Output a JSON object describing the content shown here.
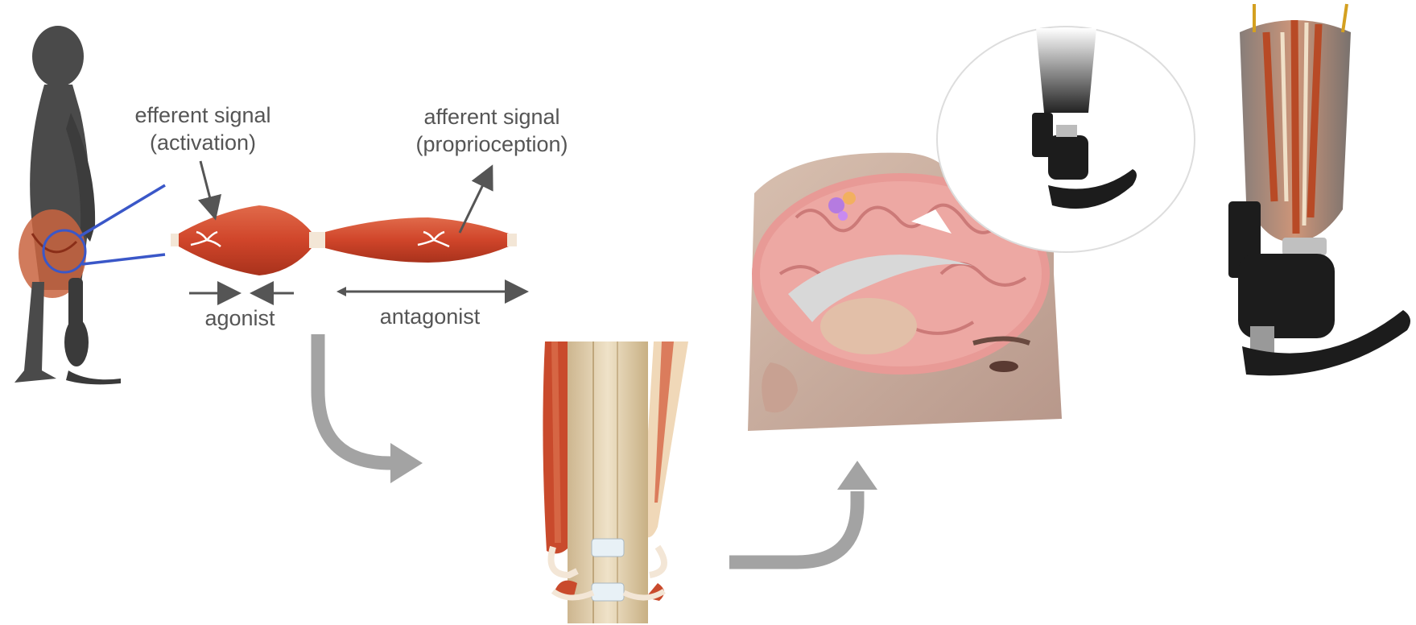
{
  "title": "",
  "labels": {
    "efferent_line1": "efferent signal",
    "efferent_line2": "(activation)",
    "afferent_line1": "afferent signal",
    "afferent_line2": "(proprioception)",
    "agonist": "agonist",
    "antagonist": "antagonist"
  },
  "colors": {
    "muscle": "#d0452a",
    "muscle_dark": "#a8321c",
    "tendon": "#f3e6d6",
    "flow_arrow": "#a3a3a3",
    "label_text": "#555555",
    "callout_blue": "#3a57c8",
    "silhouette": "#4a4a4a",
    "prosthesis": "#1c1c1c"
  },
  "icons": [
    "person-silhouette",
    "muscle-pair",
    "surgical-construct",
    "brain-head",
    "prosthetic-ankle"
  ]
}
